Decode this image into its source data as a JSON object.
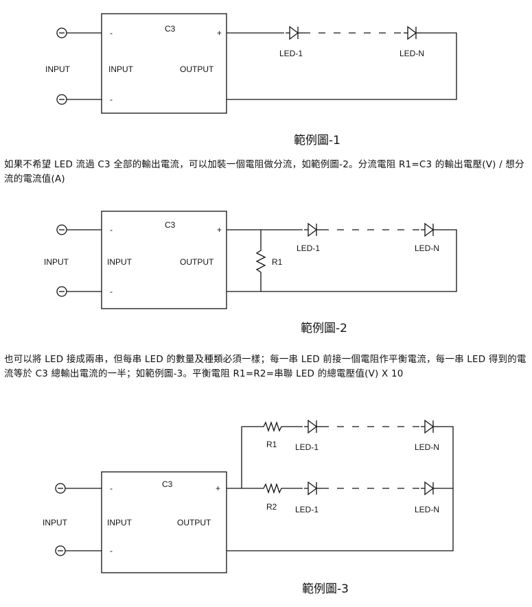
{
  "figure1": {
    "chip": "C3",
    "minus": "-",
    "plus": "+",
    "input_outer": "INPUT",
    "input_inner": "INPUT",
    "output": "OUTPUT",
    "led_first": "LED-1",
    "led_last": "LED-N",
    "caption": "範例圖-1"
  },
  "paragraph1": "如果不希望 LED 流過 C3 全部的輸出電流，可以加裝一個電阻做分流，如範例圖-2。分流電阻 R1=C3 的輸出電壓(V) / 想分流的電流值(A)",
  "figure2": {
    "chip": "C3",
    "minus": "-",
    "plus": "+",
    "input_outer": "INPUT",
    "input_inner": "INPUT",
    "output": "OUTPUT",
    "resistor": "R1",
    "led_first": "LED-1",
    "led_last": "LED-N",
    "caption": "範例圖-2"
  },
  "paragraph2": "也可以將 LED 接成兩串，但每串 LED 的數量及種類必須一樣；每一串 LED 前接一個電阻作平衡電流，每一串 LED 得到的電流等於 C3 總輸出電流的一半；如範例圖-3。平衡電阻 R1=R2=串聯 LED 的總電壓值(V) X 10",
  "figure3": {
    "chip": "C3",
    "minus": "-",
    "plus": "+",
    "input_outer": "INPUT",
    "input_inner": "INPUT",
    "output": "OUTPUT",
    "resistor_top": "R1",
    "resistor_bottom": "R2",
    "led_top_first": "LED-1",
    "led_top_last": "LED-N",
    "led_bottom_first": "LED-1",
    "led_bottom_last": "LED-N",
    "caption": "範例圖-3"
  }
}
